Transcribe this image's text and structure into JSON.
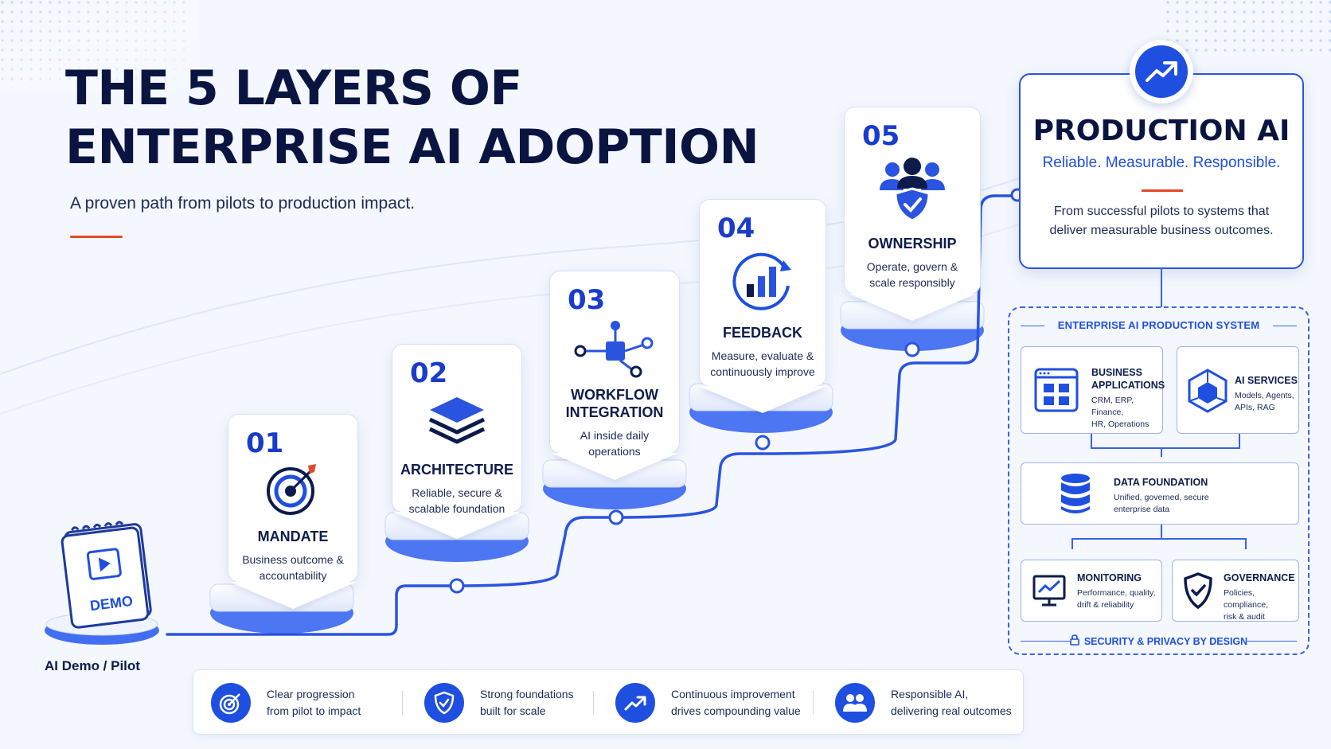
{
  "header": {
    "title_line1": "THE 5 LAYERS OF",
    "title_line2": "ENTERPRISE AI ADOPTION",
    "subtitle": "A proven path from pilots to production impact."
  },
  "start": {
    "icon_label": "DEMO",
    "label": "AI Demo / Pilot",
    "icon": "calendar-play-icon"
  },
  "layers": [
    {
      "number": "01",
      "title": "MANDATE",
      "description": "Business outcome &\naccountability",
      "icon": "target-icon"
    },
    {
      "number": "02",
      "title": "ARCHITECTURE",
      "description": "Reliable, secure &\nscalable foundation",
      "icon": "layers-icon"
    },
    {
      "number": "03",
      "title": "WORKFLOW\nINTEGRATION",
      "description": "AI inside daily\noperations",
      "icon": "workflow-icon"
    },
    {
      "number": "04",
      "title": "FEEDBACK",
      "description": "Measure, evaluate &\ncontinuously improve",
      "icon": "bar-chart-cycle-icon"
    },
    {
      "number": "05",
      "title": "OWNERSHIP",
      "description": "Operate, govern &\nscale responsibly",
      "icon": "team-shield-icon"
    }
  ],
  "production": {
    "title": "PRODUCTION AI",
    "tagline": "Reliable. Measurable. Responsible.",
    "description": "From successful pilots to systems that\ndeliver measurable business outcomes.",
    "icon": "trending-up-icon"
  },
  "system": {
    "title": "ENTERPRISE AI PRODUCTION SYSTEM",
    "business_apps": {
      "title": "BUSINESS\nAPPLICATIONS",
      "description": "CRM, ERP, Finance,\nHR, Operations",
      "icon": "app-grid-icon"
    },
    "ai_services": {
      "title": "AI SERVICES",
      "description": "Models, Agents,\nAPIs, RAG",
      "icon": "cube-icon"
    },
    "data_foundation": {
      "title": "DATA FOUNDATION",
      "description": "Unified, governed, secure\nenterprise data",
      "icon": "database-icon"
    },
    "monitoring": {
      "title": "MONITORING",
      "description": "Performance, quality,\ndrift & reliability",
      "icon": "monitor-chart-icon"
    },
    "governance": {
      "title": "GOVERNANCE",
      "description": "Policies, compliance,\nrisk & audit",
      "icon": "shield-check-icon"
    },
    "footer": "SECURITY & PRIVACY BY DESIGN",
    "footer_icon": "lock-icon"
  },
  "benefits": [
    {
      "text": "Clear progression\nfrom pilot to impact",
      "icon": "target-icon"
    },
    {
      "text": "Strong foundations\nbuilt for scale",
      "icon": "shield-check-icon"
    },
    {
      "text": "Continuous improvement\ndrives compounding value",
      "icon": "trending-up-icon"
    },
    {
      "text": "Responsible AI,\ndelivering real outcomes",
      "icon": "people-icon"
    }
  ],
  "colors": {
    "primary": "#1f4fe0",
    "heading": "#0a1440",
    "accent_line": "#e4492a",
    "background": "#f4f7fd"
  }
}
